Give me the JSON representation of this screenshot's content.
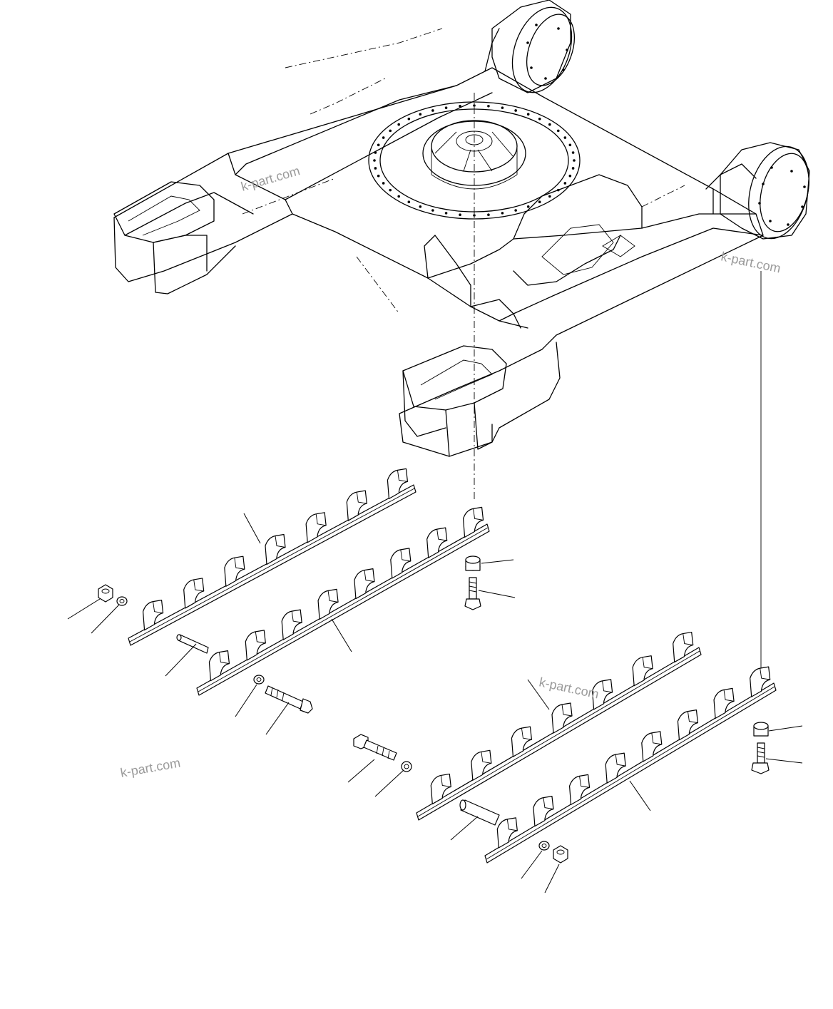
{
  "diagram": {
    "watermarks": [
      "k-part.com",
      "k-part.com",
      "k-part.com",
      "k-part.com"
    ]
  }
}
